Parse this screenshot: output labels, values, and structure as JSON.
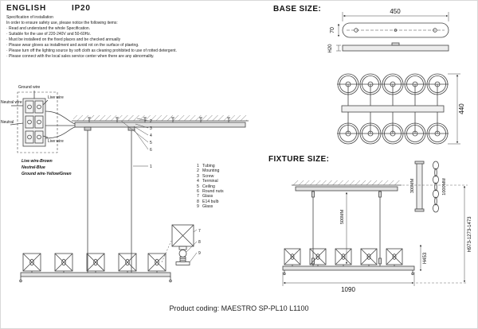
{
  "header": {
    "language": "ENGLISH",
    "ip_rating": "IP20"
  },
  "spec": {
    "title": "Specification of installation",
    "intro": "In order to ensure safety use, please notice the following items:",
    "items": [
      "· Read and understand the whole Specification.",
      "· Suitable for the use of 220-240V and 50-60Hz.",
      "· Must be installeed on the fixed places and be checked annually",
      "· Please wear gloves as installment and avoid rot on the surface of plaetng.",
      "· Please turn off the lighting source by soft cloth as cleaning prohibited to use of rotted detergent.",
      "· Please connect with the local sales service center when there are any abnormality."
    ]
  },
  "wiring": {
    "label_ground": "Ground wire",
    "label_live_top": "Live wire",
    "label_neutral_top": "Neutral wire",
    "label_neutral": "Neutral",
    "label_live": "Live wire",
    "legend": [
      "Live wire-Brown",
      "Neutral-Blue",
      "Ground wire-Yellow/Green"
    ]
  },
  "parts": [
    {
      "num": "1",
      "name": "Tubing"
    },
    {
      "num": "2",
      "name": "Mounting"
    },
    {
      "num": "3",
      "name": "Screw"
    },
    {
      "num": "4",
      "name": "Terminal"
    },
    {
      "num": "5",
      "name": "Ceiling"
    },
    {
      "num": "6",
      "name": "Round nuts"
    },
    {
      "num": "7",
      "name": "Glass"
    },
    {
      "num": "8",
      "name": "E14 bulb"
    },
    {
      "num": "9",
      "name": "Glass"
    }
  ],
  "base_size": {
    "title": "BASE SIZE:",
    "dim_length": "450",
    "dim_depth": "70",
    "dim_height": "H20",
    "dim_width": "440"
  },
  "fixture_size": {
    "title": "FIXTURE SIZE:",
    "dim_wire": "500MM",
    "dim_rod": "300MM",
    "dim_chain": "1000MM",
    "dim_body_height": "H453",
    "dim_length": "1090",
    "dim_total_height": "H973-1273-1473"
  },
  "footer": {
    "product_coding": "Product coding: MAESTRO SP-PL10 L1100"
  }
}
